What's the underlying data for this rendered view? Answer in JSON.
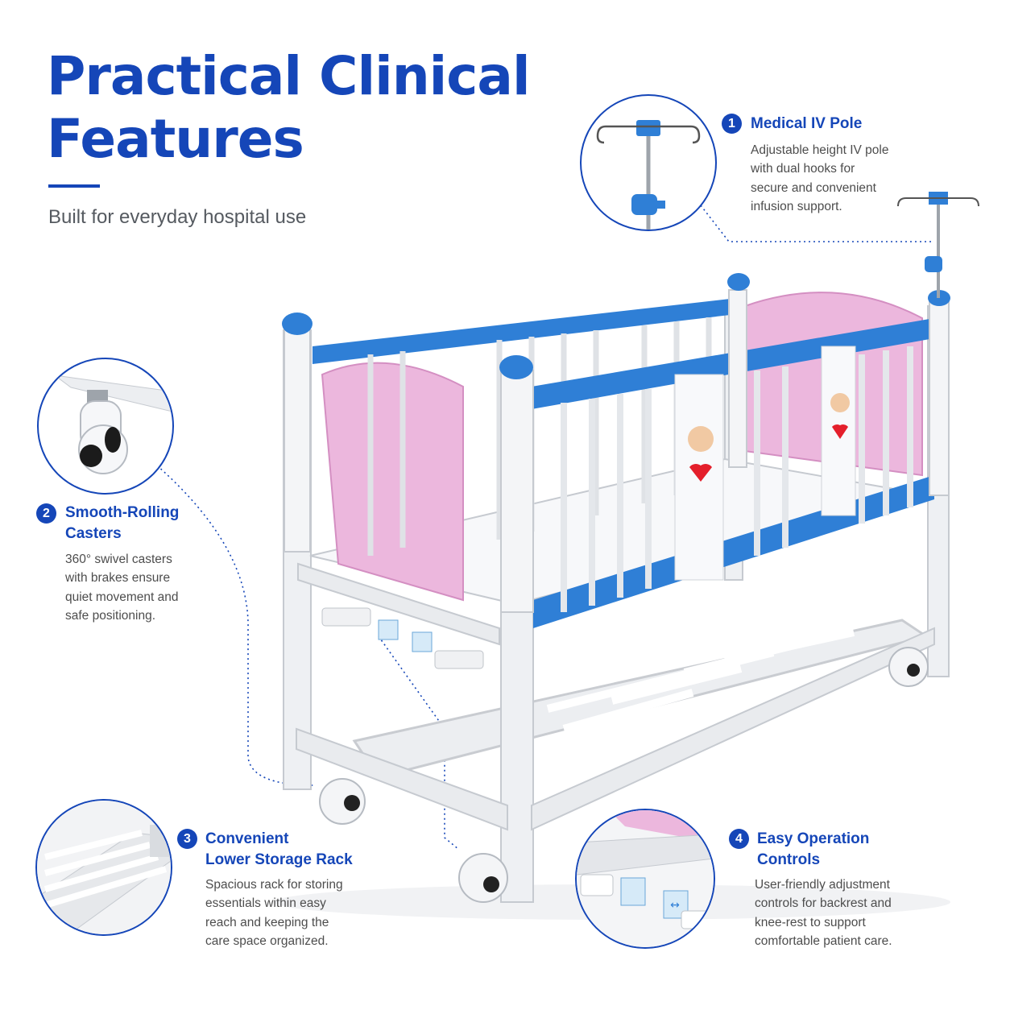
{
  "header": {
    "title_line1": "Practical Clinical",
    "title_line2": "Features",
    "subtitle": "Built for everyday hospital use"
  },
  "features": [
    {
      "number": "1",
      "title_lines": [
        "Medical IV Pole"
      ],
      "desc_lines": [
        "Adjustable height IV pole",
        "with dual hooks for",
        "secure and convenient",
        "infusion support."
      ],
      "icon": "iv-pole-icon"
    },
    {
      "number": "2",
      "title_lines": [
        "Smooth-Rolling",
        "Casters"
      ],
      "desc_lines": [
        "360° swivel casters",
        "with brakes ensure",
        "quiet movement and",
        "safe positioning."
      ],
      "icon": "caster-icon"
    },
    {
      "number": "3",
      "title_lines": [
        "Convenient",
        "Lower Storage Rack"
      ],
      "desc_lines": [
        "Spacious rack for storing",
        "essentials within easy",
        "reach and keeping the",
        "care space organized."
      ],
      "icon": "storage-rack-icon"
    },
    {
      "number": "4",
      "title_lines": [
        "Easy Operation",
        "Controls"
      ],
      "desc_lines": [
        "User-friendly adjustment",
        "controls for backrest and",
        "knee-rest to support",
        "comfortable patient care."
      ],
      "icon": "crank-control-icon"
    }
  ],
  "colors": {
    "accent": "#1546b8",
    "rail_blue": "#2f7fd6",
    "panel_pink": "#e8b6dc",
    "frame_white": "#f4f5f7",
    "text_gray": "#4d4d4d"
  }
}
